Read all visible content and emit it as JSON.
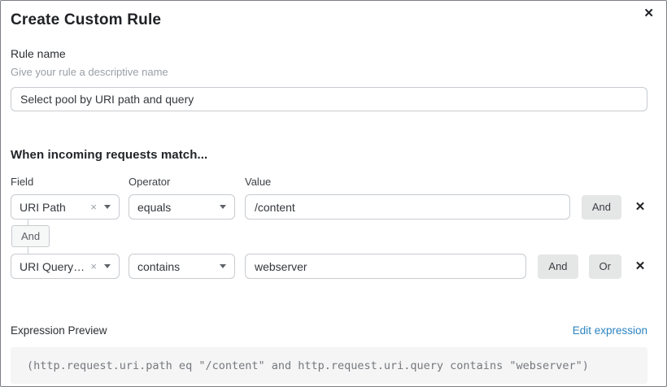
{
  "dialog": {
    "title": "Create Custom Rule"
  },
  "icons": {
    "close": "✕",
    "clear": "×"
  },
  "rule_name": {
    "label": "Rule name",
    "helper": "Give your rule a descriptive name",
    "value": "Select pool by URI path and query"
  },
  "matcher": {
    "heading": "When incoming requests match...",
    "columns": {
      "field": "Field",
      "operator": "Operator",
      "value": "Value"
    },
    "connector_label": "And",
    "rows": [
      {
        "field": "URI Path",
        "operator": "equals",
        "value": "/content",
        "and_label": "And"
      },
      {
        "field": "URI Query St...",
        "operator": "contains",
        "value": "webserver",
        "and_label": "And",
        "or_label": "Or"
      }
    ]
  },
  "expression": {
    "label": "Expression Preview",
    "edit_link": "Edit expression",
    "code": "(http.request.uri.path eq \"/content\" and http.request.uri.query contains \"webserver\")"
  },
  "colors": {
    "link_blue": "#2b83c0",
    "chip_gray": "#e5e6e6",
    "code_bg": "#f5f5f6",
    "border_gray": "#c7cbcf"
  }
}
